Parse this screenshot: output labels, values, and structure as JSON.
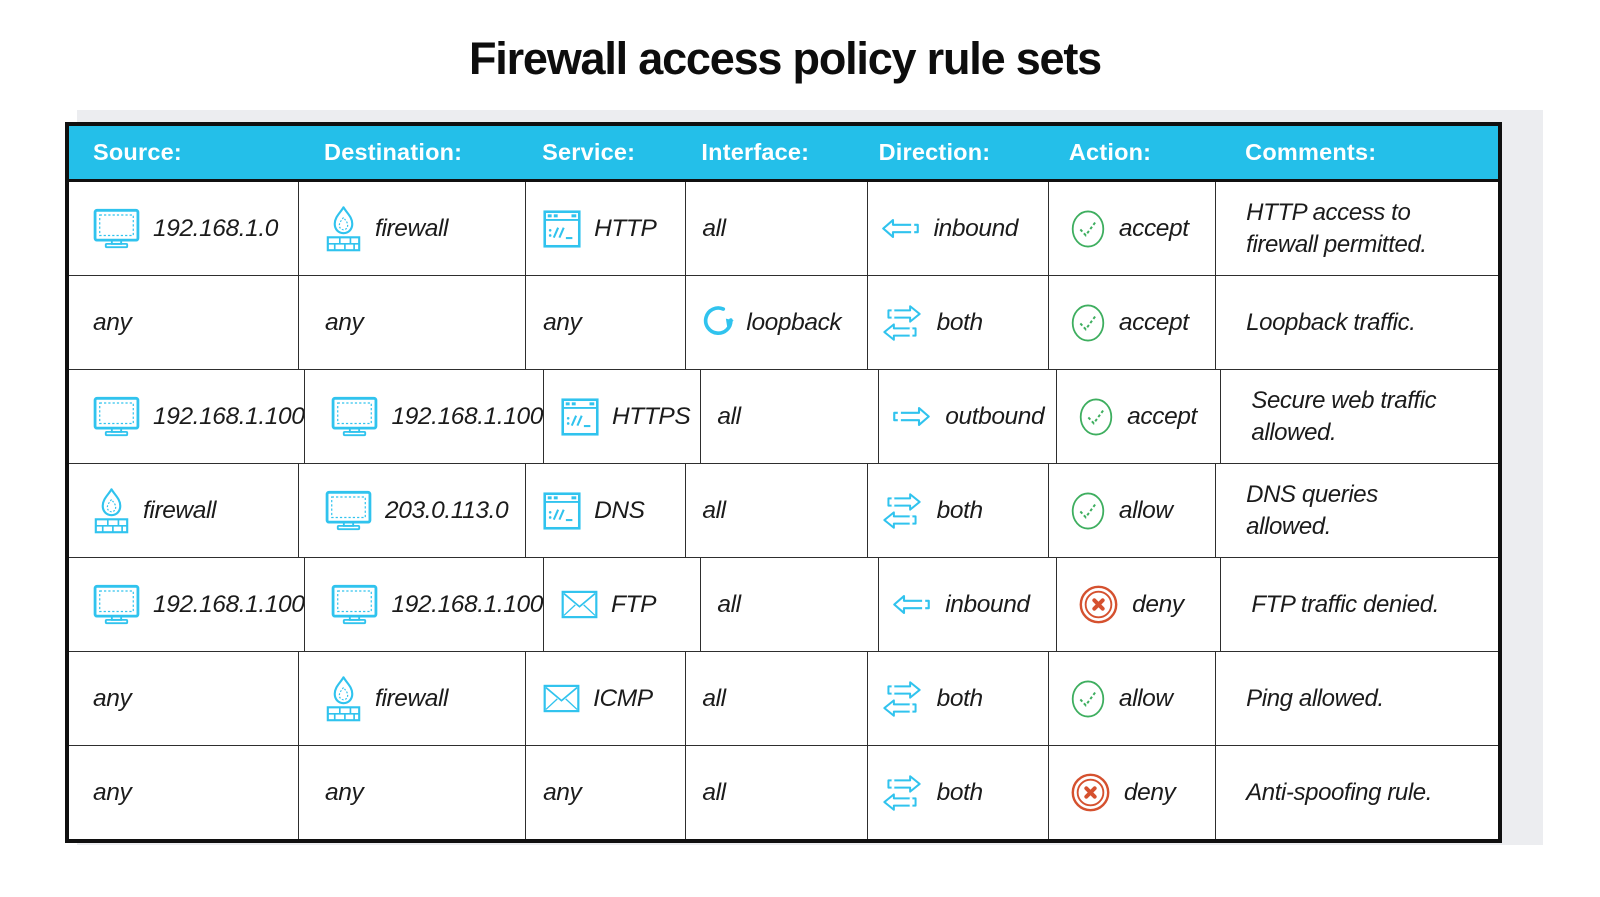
{
  "title": "Firewall access policy rule sets",
  "colors": {
    "header_bg": "#24BFE9",
    "header_text": "#FFFFFF",
    "icon_cyan": "#30C3EE",
    "accept_green": "#3EAE5F",
    "deny_red": "#D5512F",
    "text": "#1B1B1B",
    "grid_line": "#2E2E2E",
    "outer_border": "#101010",
    "backdrop": "#ECEDF0",
    "title_text": "#0D0D0D"
  },
  "columns": [
    {
      "key": "source",
      "label": "Source:"
    },
    {
      "key": "destination",
      "label": "Destination:"
    },
    {
      "key": "service",
      "label": "Service:"
    },
    {
      "key": "interface",
      "label": "Interface:"
    },
    {
      "key": "direction",
      "label": "Direction:"
    },
    {
      "key": "action",
      "label": "Action:"
    },
    {
      "key": "comments",
      "label": "Comments:"
    }
  ],
  "rows": [
    {
      "source": {
        "icon": "computer",
        "text": "192.168.1.0"
      },
      "destination": {
        "icon": "firewall",
        "text": "firewall"
      },
      "service": {
        "icon": "browser",
        "text": "HTTP"
      },
      "interface": {
        "text": "all"
      },
      "direction": {
        "icon": "inbound",
        "text": "inbound"
      },
      "action": {
        "icon": "accept",
        "text": "accept"
      },
      "comments": {
        "text": "HTTP access to\nfirewall permitted."
      }
    },
    {
      "source": {
        "text": "any"
      },
      "destination": {
        "text": "any"
      },
      "service": {
        "text": "any"
      },
      "interface": {
        "icon": "loopback",
        "text": "loopback"
      },
      "direction": {
        "icon": "both",
        "text": "both"
      },
      "action": {
        "icon": "accept",
        "text": "accept"
      },
      "comments": {
        "text": "Loopback traffic."
      }
    },
    {
      "source": {
        "icon": "computer",
        "text": "192.168.1.100"
      },
      "destination": {
        "icon": "computer",
        "text": "192.168.1.100"
      },
      "service": {
        "icon": "browser",
        "text": "HTTPS"
      },
      "interface": {
        "text": "all"
      },
      "direction": {
        "icon": "outbound",
        "text": "outbound"
      },
      "action": {
        "icon": "accept",
        "text": "accept"
      },
      "comments": {
        "text": "Secure web traffic\nallowed."
      }
    },
    {
      "source": {
        "icon": "firewall",
        "text": "firewall"
      },
      "destination": {
        "icon": "computer",
        "text": "203.0.113.0"
      },
      "service": {
        "icon": "browser",
        "text": "DNS"
      },
      "interface": {
        "text": "all"
      },
      "direction": {
        "icon": "both",
        "text": "both"
      },
      "action": {
        "icon": "accept",
        "text": "allow"
      },
      "comments": {
        "text": "DNS queries\nallowed."
      }
    },
    {
      "source": {
        "icon": "computer",
        "text": "192.168.1.100"
      },
      "destination": {
        "icon": "computer",
        "text": "192.168.1.100"
      },
      "service": {
        "icon": "mail",
        "text": "FTP"
      },
      "interface": {
        "text": "all"
      },
      "direction": {
        "icon": "inbound",
        "text": "inbound"
      },
      "action": {
        "icon": "deny",
        "text": "deny"
      },
      "comments": {
        "text": "FTP traffic denied."
      }
    },
    {
      "source": {
        "text": "any"
      },
      "destination": {
        "icon": "firewall",
        "text": "firewall"
      },
      "service": {
        "icon": "mail",
        "text": "ICMP"
      },
      "interface": {
        "text": "all"
      },
      "direction": {
        "icon": "both",
        "text": "both"
      },
      "action": {
        "icon": "accept",
        "text": "allow"
      },
      "comments": {
        "text": "Ping allowed."
      }
    },
    {
      "source": {
        "text": "any"
      },
      "destination": {
        "text": "any"
      },
      "service": {
        "text": "any"
      },
      "interface": {
        "text": "all"
      },
      "direction": {
        "icon": "both",
        "text": "both"
      },
      "action": {
        "icon": "deny",
        "text": "deny"
      },
      "comments": {
        "text": "Anti-spoofing rule."
      }
    }
  ]
}
